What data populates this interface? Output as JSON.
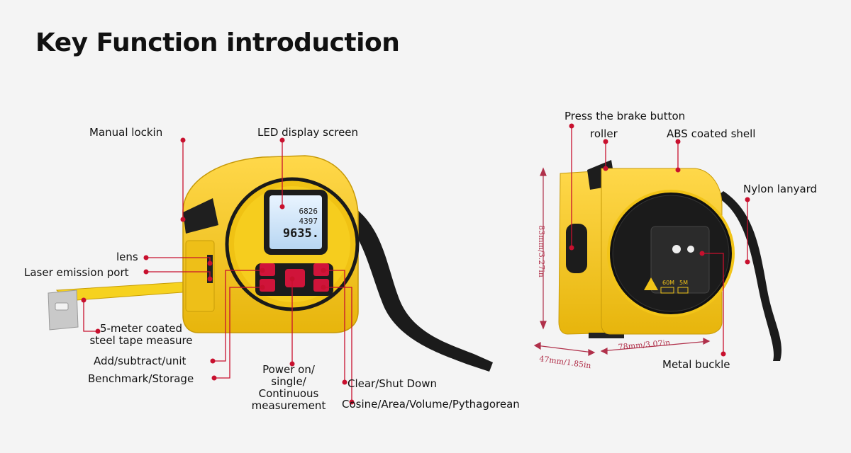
{
  "title": "Key Function introduction",
  "labels": {
    "manual_lock": "Manual lockin",
    "led_display": "LED display screen",
    "lens": "lens",
    "laser_port": "Laser emission port",
    "tape_line1": "5-meter coated",
    "tape_line2": "steel tape measure",
    "add_subtract": "Add/subtract/unit",
    "benchmark": "Benchmark/Storage",
    "power_line1": "Power on/",
    "power_line2": "single/",
    "power_line3": "Continuous",
    "power_line4": "measurement",
    "clear": "Clear/Shut Down",
    "cosine": "Cosine/Area/Volume/Pythagorean",
    "brake": "Press the brake button",
    "roller": "roller",
    "abs_shell": "ABS coated shell",
    "nylon": "Nylon lanyard",
    "metal_buckle": "Metal buckle"
  },
  "display": {
    "line1": "6826",
    "line2": "4397",
    "line3": "9635."
  },
  "dimensions": {
    "height": "83mm/3.27in",
    "depth": "47mm/1.85in",
    "width": "78mm/3.07in"
  },
  "back_labels": {
    "label_a": "60M",
    "label_b": "5M"
  },
  "colors": {
    "body": "#f2c418",
    "accent": "#d0143a",
    "rubber": "#1a1a1a",
    "leader": "#c8102e"
  }
}
